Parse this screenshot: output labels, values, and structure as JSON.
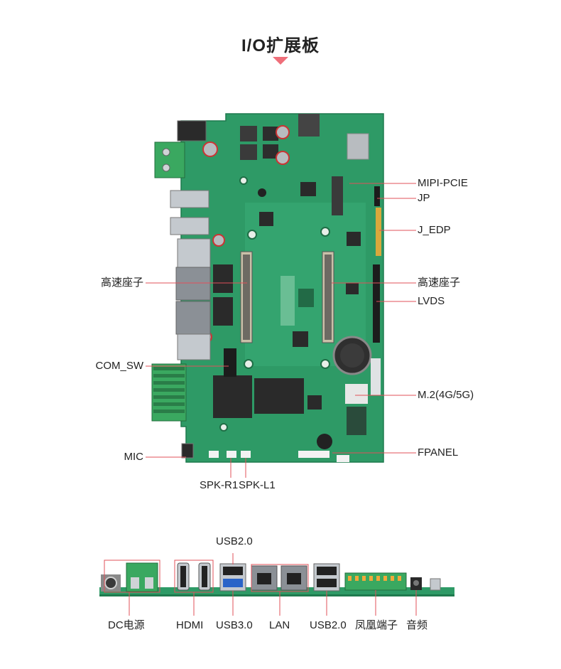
{
  "title": "I/O扩展板",
  "board_callouts": {
    "mipi_pcie": "MIPI-PCIE",
    "jp": "JP",
    "j_edp": "J_EDP",
    "hs_connector_right": "高速座子",
    "lvds": "LVDS",
    "m2": "M.2(4G/5G)",
    "fpanel": "FPANEL",
    "hs_connector_left": "高速座子",
    "com_sw": "COM_SW",
    "mic": "MIC",
    "spk_r1": "SPK-R1",
    "spk_l1": "SPK-L1"
  },
  "io_callouts": {
    "usb20_top": "USB2.0",
    "dc_power": "DC电源",
    "hdmi": "HDMI",
    "usb30": "USB3.0",
    "lan": "LAN",
    "usb20_bottom": "USB2.0",
    "phoenix_terminal": "凤凰端子",
    "audio": "音频"
  },
  "colors": {
    "pcb_green": "#2e9a66",
    "callout_red": "#e0505a",
    "terminal_green": "#3aa860",
    "metal": "#b9bec3",
    "usb3_blue": "#2a64c8"
  }
}
